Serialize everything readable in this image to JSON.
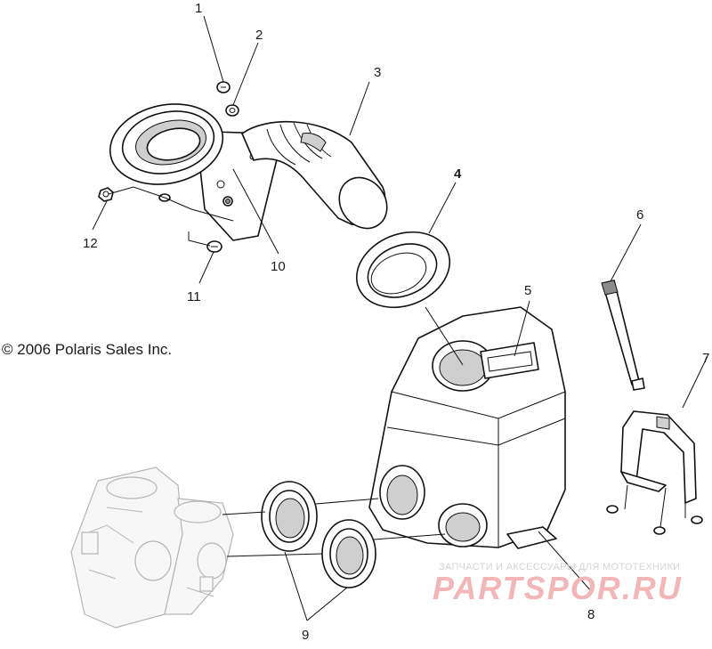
{
  "copyright": "© 2006 Polaris Sales Inc.",
  "watermark": {
    "tagline": "ЗАПЧАСТИ И АКСЕССУАРЫ ДЛЯ МОТОТЕХНИКИ",
    "brand": "PARTSPOR.RU"
  },
  "callouts": {
    "c1": "1",
    "c2": "2",
    "c3": "3",
    "c4": "4",
    "c5": "5",
    "c6": "6",
    "c7": "7",
    "c8": "8",
    "c9": "9",
    "c10": "10",
    "c11": "11",
    "c12": "12"
  }
}
